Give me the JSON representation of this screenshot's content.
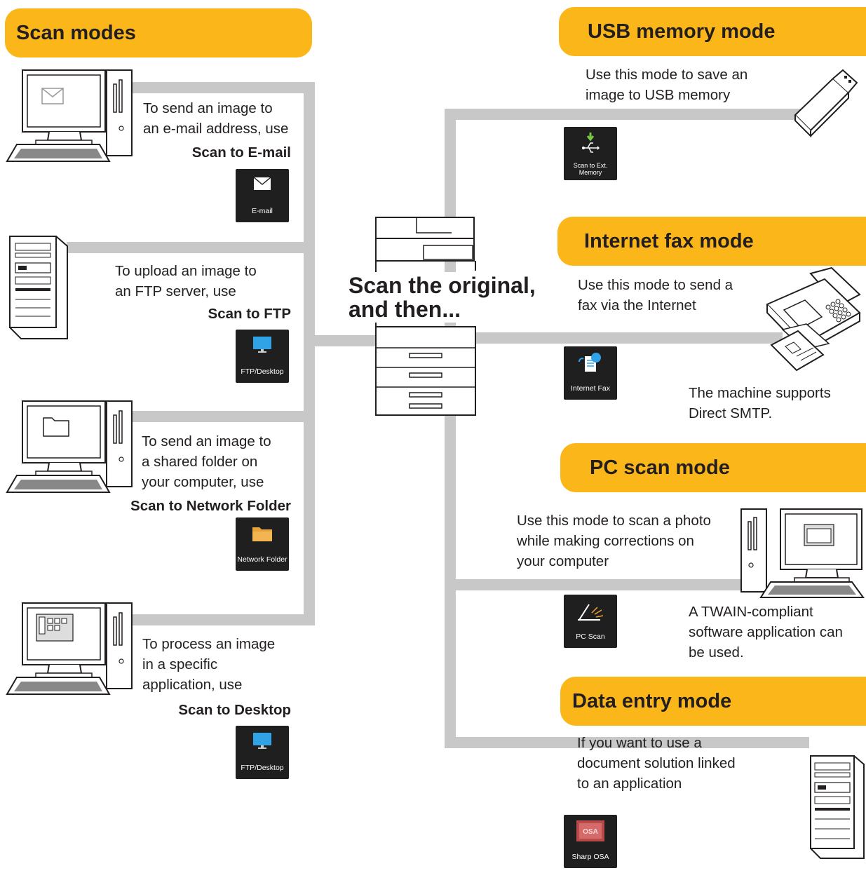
{
  "left_heading": "Scan modes",
  "center_title": "Scan the original,\nand then...",
  "left_modes": [
    {
      "description": "To send an image to\nan e-mail address, use",
      "mode_name": "Scan to E-mail",
      "tile_label": "E-mail",
      "icon": "envelope-icon"
    },
    {
      "description": "To upload an image to\nan FTP server, use",
      "mode_name": "Scan to FTP",
      "tile_label": "FTP/Desktop",
      "icon": "monitor-icon"
    },
    {
      "description": "To send an image to\na shared folder on\nyour computer, use",
      "mode_name": "Scan to Network Folder",
      "tile_label": "Network Folder",
      "icon": "folder-icon"
    },
    {
      "description": "To process an image\nin a specific\napplication, use",
      "mode_name": "Scan to Desktop",
      "tile_label": "FTP/Desktop",
      "icon": "monitor-icon"
    }
  ],
  "right_modes": [
    {
      "heading": "USB memory mode",
      "description": "Use this mode to save an\nimage to USB memory",
      "note": "",
      "tile_label": "Scan to Ext.\nMemory",
      "icon": "usb-icon"
    },
    {
      "heading": "Internet fax mode",
      "description": "Use this mode to send a\nfax via the Internet",
      "note": "The machine supports\nDirect SMTP.",
      "tile_label": "Internet Fax",
      "icon": "internet-fax-icon"
    },
    {
      "heading": "PC scan mode",
      "description": "Use this mode to scan a photo\nwhile making corrections on\nyour computer",
      "note": "A TWAIN-compliant\nsoftware application can\nbe used.",
      "tile_label": "PC Scan",
      "icon": "scanner-icon"
    },
    {
      "heading": "Data entry mode",
      "description": "If you want to use a\ndocument solution linked\nto an application",
      "note": "",
      "tile_label": "Sharp OSA",
      "icon": "osa-icon"
    }
  ],
  "colors": {
    "banner": "#fbb61a",
    "connector": "#c8c8c8",
    "tile": "#1f1f1f"
  }
}
